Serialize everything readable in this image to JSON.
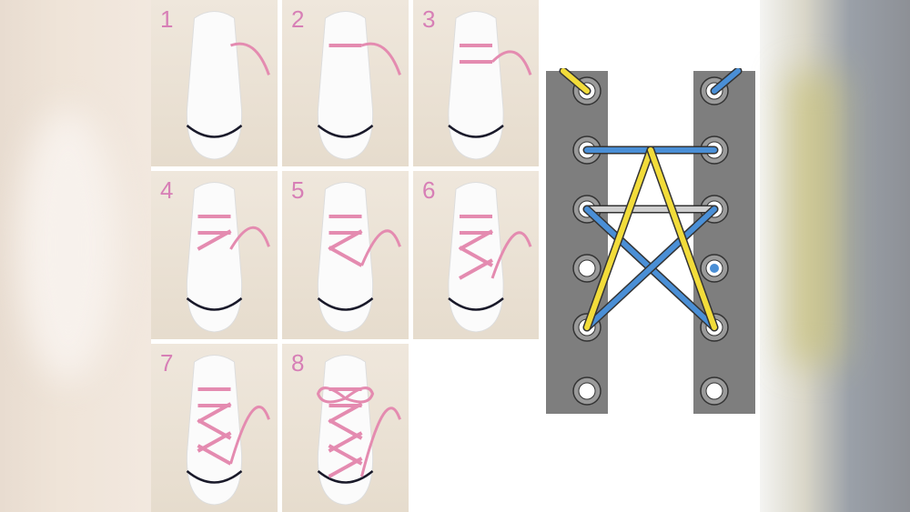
{
  "steps": [
    {
      "label": "1",
      "bars": 0
    },
    {
      "label": "2",
      "bars": 1
    },
    {
      "label": "3",
      "bars": 2
    },
    {
      "label": "4",
      "bars": 3
    },
    {
      "label": "5",
      "bars": 4
    },
    {
      "label": "6",
      "bars": 5
    },
    {
      "label": "7",
      "bars": 6
    },
    {
      "label": "8",
      "bars": 7
    }
  ],
  "colors": {
    "lace_pink": "#e48bb0",
    "yellow": "#f2dc3a",
    "blue": "#4a8fd6",
    "gray_strip": "#7e7e7e",
    "background": "#ffffff"
  }
}
